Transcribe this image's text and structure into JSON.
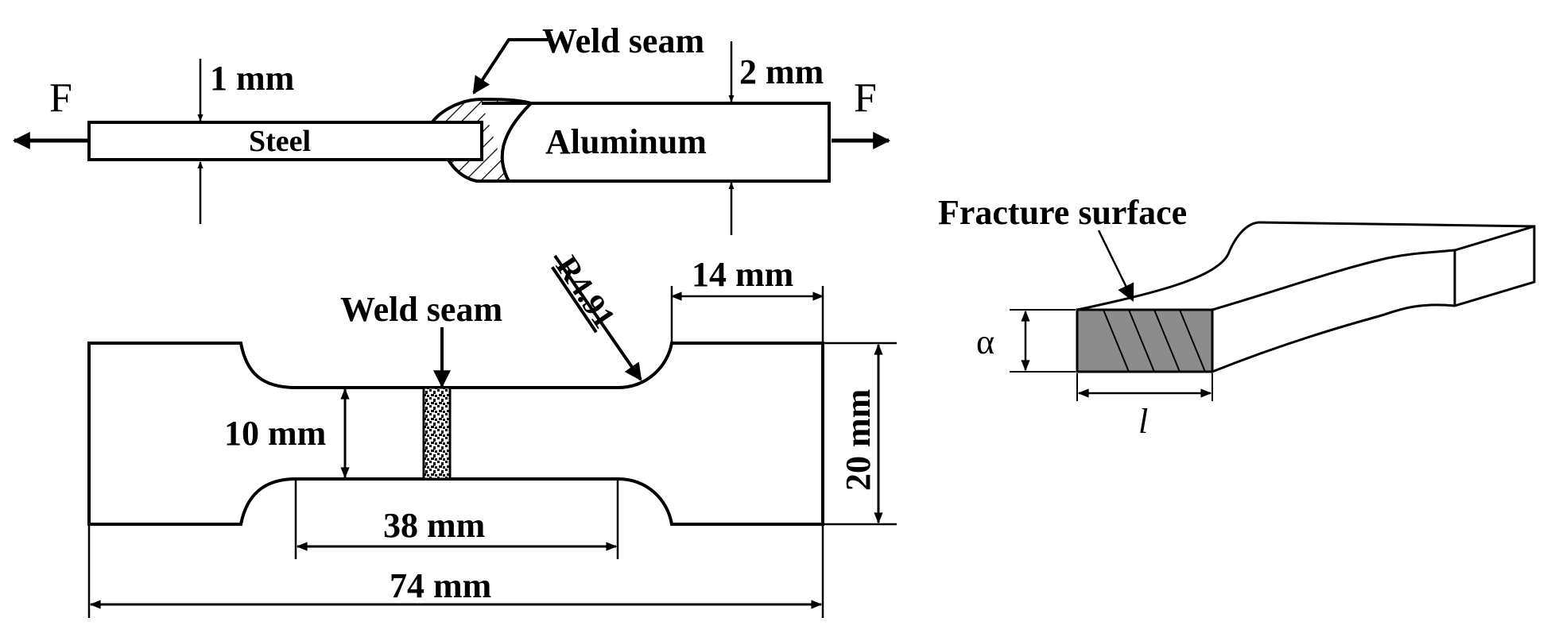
{
  "side_view": {
    "force_left": "F",
    "force_right": "F",
    "steel_thickness": "1 mm",
    "steel_label": "Steel",
    "weld_label": "Weld seam",
    "aluminum_thickness": "2 mm",
    "aluminum_label": "Aluminum"
  },
  "top_view": {
    "weld_label": "Weld seam",
    "radius": "R4.91",
    "shoulder_width": "14 mm",
    "neck_width": "10 mm",
    "total_width": "20 mm",
    "gauge_length": "38 mm",
    "total_length": "74 mm"
  },
  "fracture_view": {
    "title": "Fracture surface",
    "height_symbol": "α",
    "length_symbol": "l"
  },
  "colors": {
    "line": "#000000",
    "fracture_fill": "#8c8c8c",
    "background": "#ffffff"
  }
}
